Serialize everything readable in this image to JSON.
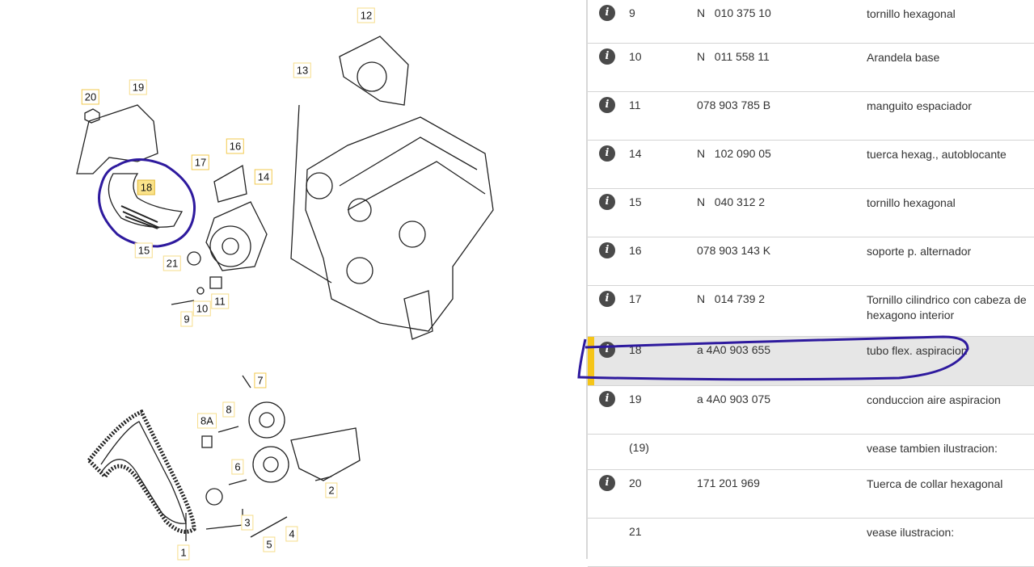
{
  "diagram": {
    "labels": [
      "12",
      "13",
      "20",
      "19",
      "16",
      "17",
      "14",
      "18",
      "15",
      "21",
      "9",
      "10",
      "11",
      "7",
      "8",
      "8A",
      "6",
      "3",
      "5",
      "4",
      "2",
      "1"
    ],
    "highlighted": "18",
    "annotation_color": "#2e1a9e"
  },
  "table": {
    "rows": [
      {
        "num": "9",
        "part": "N   010 375 10",
        "desc": "tornillo hexagonal",
        "info": true
      },
      {
        "num": "10",
        "part": "N   011 558 11",
        "desc": "Arandela base",
        "info": true
      },
      {
        "num": "11",
        "part": "078 903 785 B",
        "desc": "manguito espaciador",
        "info": true
      },
      {
        "num": "14",
        "part": "N   102 090 05",
        "desc": "tuerca hexag., autoblocante",
        "info": true
      },
      {
        "num": "15",
        "part": "N   040 312 2",
        "desc": "tornillo hexagonal",
        "info": true
      },
      {
        "num": "16",
        "part": "078 903 143 K",
        "desc": "soporte p. alternador",
        "info": true
      },
      {
        "num": "17",
        "part": "N   014 739 2",
        "desc": "Tornillo cilindrico con cabeza de hexagono interior",
        "info": true
      },
      {
        "num": "18",
        "part": "a 4A0 903 655",
        "desc": "tubo flex. aspiracion",
        "info": true,
        "selected": true
      },
      {
        "num": "19",
        "part": "a 4A0 903 075",
        "desc": "conduccion aire aspiracion",
        "info": true
      },
      {
        "num": "(19)",
        "part": "",
        "desc": "vease tambien ilustracion:",
        "info": false
      },
      {
        "num": "20",
        "part": "171 201 969",
        "desc": "Tuerca de collar hexagonal",
        "info": true
      },
      {
        "num": "21",
        "part": "",
        "desc": "vease ilustracion:",
        "info": false
      }
    ],
    "info_icon": "i",
    "selected_color": "#f5c518"
  }
}
